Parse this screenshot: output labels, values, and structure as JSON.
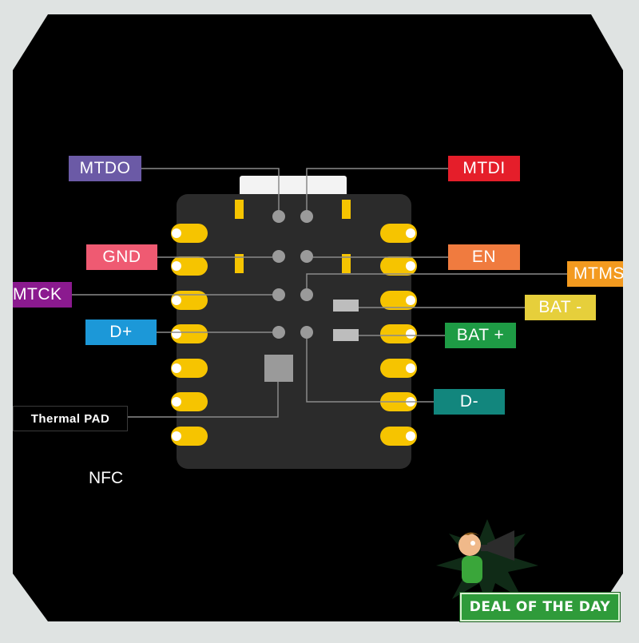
{
  "labels": {
    "mtdo": "MTDO",
    "mtdi": "MTDI",
    "gnd": "GND",
    "en": "EN",
    "mtck": "MTCK",
    "mtms": "MTMS",
    "dplus": "D+",
    "bat_minus": "BAT -",
    "bat_plus": "BAT +",
    "dminus": "D-",
    "thermal_pad": "Thermal PAD"
  },
  "nfc": "NFC",
  "badge": {
    "text": "DEAL OF THE DAY"
  },
  "colors": {
    "mtdo": "#6b5aa6",
    "mtdi": "#e51e2a",
    "gnd": "#ef5a72",
    "en": "#f07b3f",
    "mtck": "#8b1a8f",
    "mtms": "#f39a1f",
    "dplus": "#1c98d8",
    "bat_minus": "#e6cf3b",
    "bat_plus": "#1e9b45",
    "dminus": "#12867d",
    "thermal_pad": "#000000",
    "pcb": "#2b2b2b",
    "pad": "#f6c400",
    "via": "#9a9a9a"
  }
}
